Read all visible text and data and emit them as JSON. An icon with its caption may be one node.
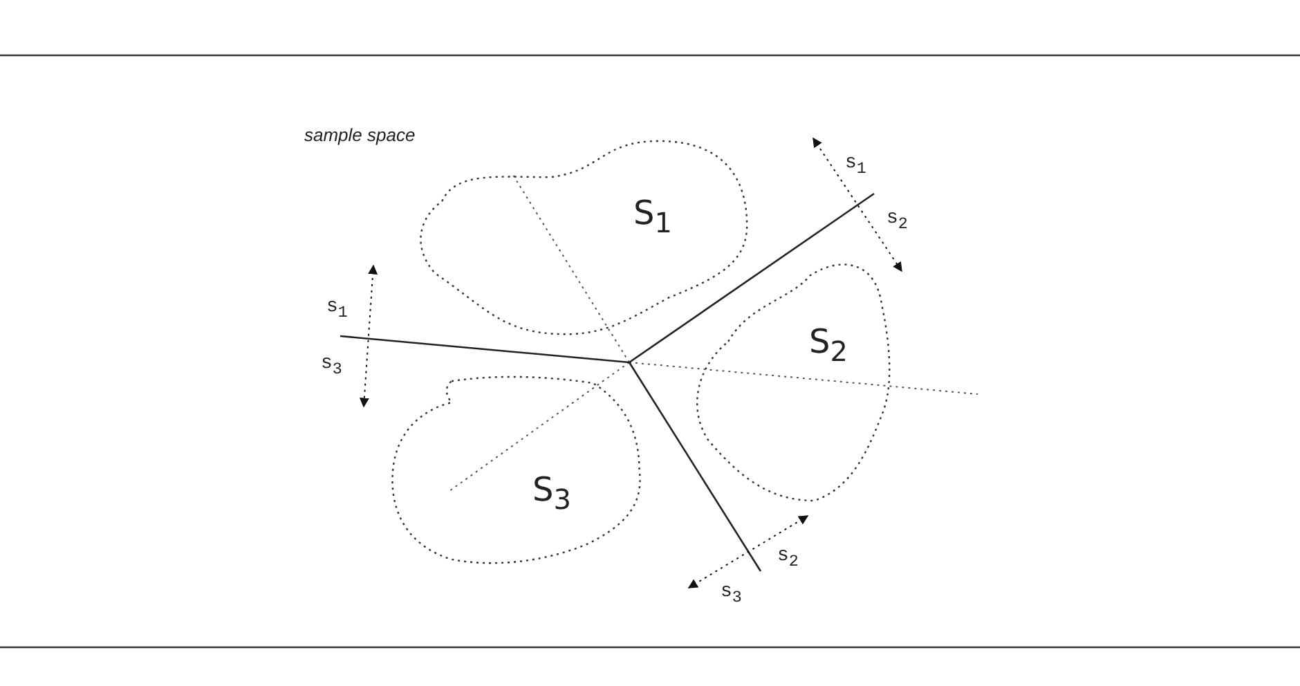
{
  "diagram": {
    "nodes": [
      {
        "text": [
          "S$_{1}$"
        ]
      },
      {
        "text": [
          "S$_{2}$"
        ]
      },
      {
        "text": [
          "S$_{3}$"
        ]
      }
    ],
    "edges": [],
    "labels": [
      "sample space",
      "s$_{1}$",
      "s$_{2}$",
      "s$_{1}$",
      "s$_{3}$",
      "s$_{2}$",
      "s$_{3}$"
    ]
  }
}
